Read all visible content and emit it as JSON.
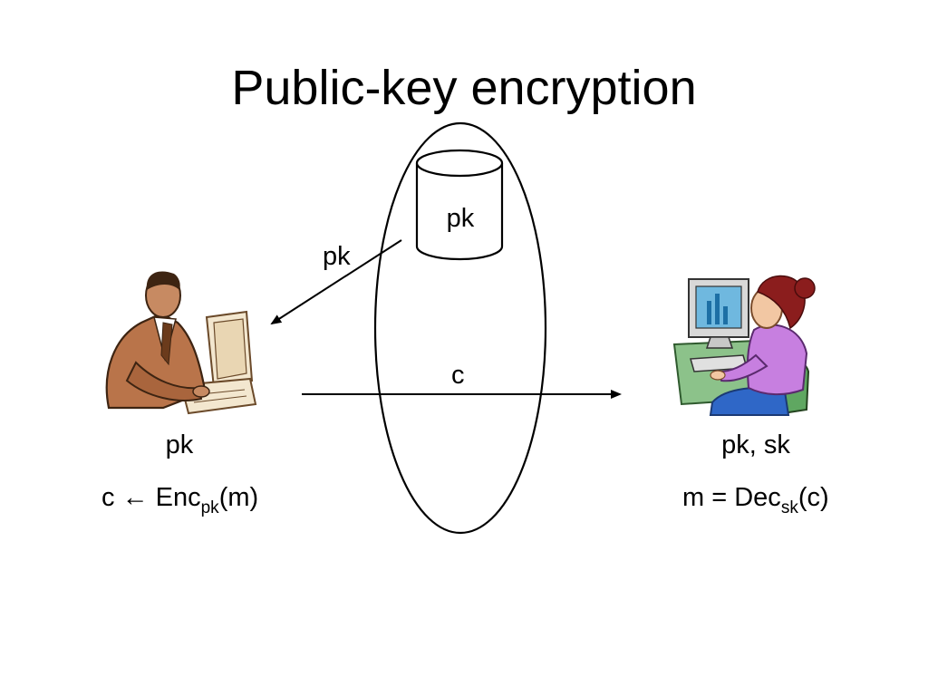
{
  "title": "Public-key encryption",
  "diagram": {
    "database_label": "pk",
    "key_arrow_label": "pk",
    "ciphertext_arrow_label": "c",
    "sender": {
      "icon": "man-at-computer-icon",
      "keys_label": "pk",
      "formula": {
        "lhs": "c",
        "arrow": "←",
        "fn": "Enc",
        "subscript": "pk",
        "arg": "(m)"
      }
    },
    "receiver": {
      "icon": "woman-at-computer-icon",
      "keys_label": "pk, sk",
      "formula": {
        "lhs": "m",
        "eq": "=",
        "fn": "Dec",
        "subscript": "sk",
        "arg": "(c)"
      }
    }
  },
  "colors": {
    "man_suit": "#b9744a",
    "woman_shirt": "#c77fe0",
    "chair": "#5fa761",
    "monitor_screen": "#6fb8df",
    "desk": "#8cc28a"
  }
}
